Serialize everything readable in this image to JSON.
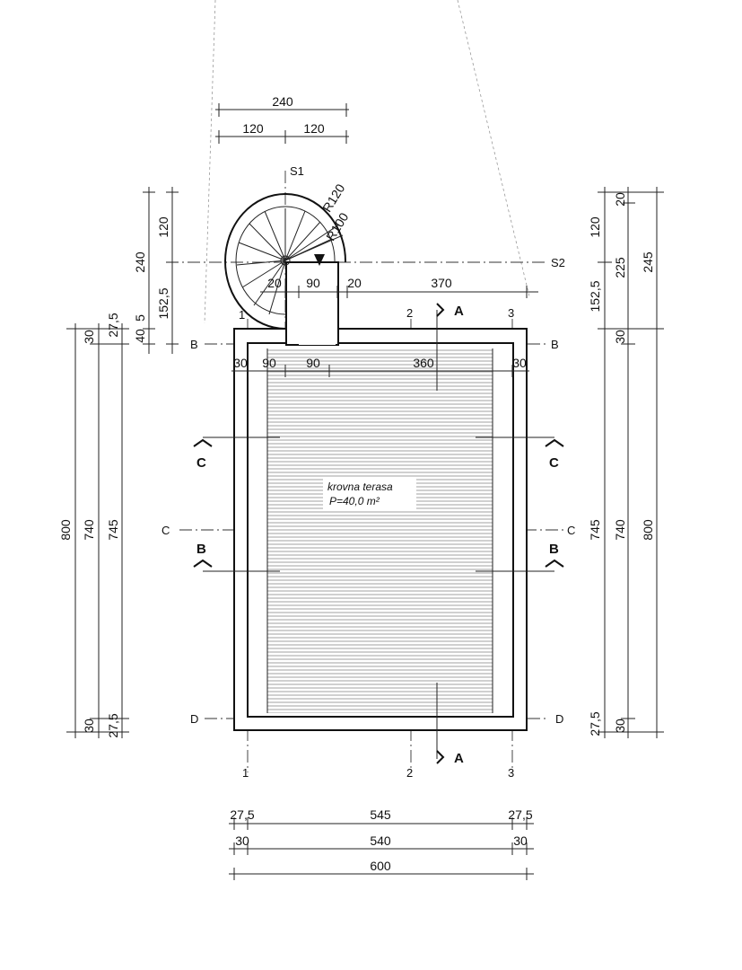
{
  "dimensions": {
    "top_total": "240",
    "top_half_left": "120",
    "top_half_right": "120",
    "left_stair_240": "240",
    "left_stair_120": "120",
    "left_stair_152": "152,5",
    "left_stair_40": "40",
    "left_stair_5": "5",
    "left_800": "800",
    "left_740": "740",
    "left_745": "745",
    "left_top_30": "30",
    "left_top_27": "27,5",
    "left_bottom_30": "30",
    "left_bottom_27": "27,5",
    "right_20": "20",
    "right_120": "120",
    "right_225": "225",
    "right_245": "245",
    "right_152": "152,5",
    "right_30_top": "30",
    "right_745": "745",
    "right_740": "740",
    "right_800": "800",
    "right_27_bottom": "27,5",
    "right_30_bottom": "30",
    "stair_r120": "R120",
    "stair_r100": "R100",
    "stair_20a": "20",
    "stair_90": "90",
    "stair_20b": "20",
    "stair_370": "370",
    "row_30_left": "30",
    "row_90a": "90",
    "row_90b": "90",
    "row_360": "360",
    "row_30_right": "30",
    "bottom_27_left": "27,5",
    "bottom_545": "545",
    "bottom_27_right": "27,5",
    "bottom_30_left": "30",
    "bottom_540": "540",
    "bottom_30_right": "30",
    "bottom_600": "600"
  },
  "axes": {
    "s1": "S1",
    "s2": "S2",
    "b": "B",
    "c": "C",
    "d": "D",
    "n1": "1",
    "n2": "2",
    "n3": "3"
  },
  "sections": {
    "a": "A",
    "b": "B",
    "c": "C"
  },
  "room": {
    "name": "krovna terasa",
    "area": "P=40,0 m²"
  }
}
